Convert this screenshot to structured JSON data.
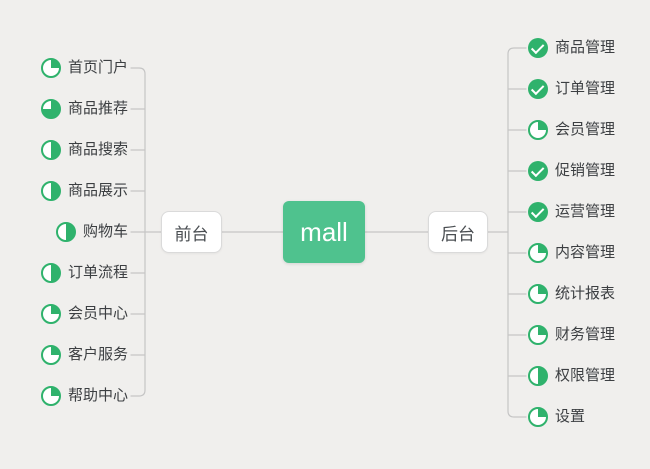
{
  "diagram": {
    "center": {
      "label": "mall"
    },
    "front": {
      "label": "前台",
      "items": [
        {
          "label": "首页门户",
          "icon": "progress-25"
        },
        {
          "label": "商品推荐",
          "icon": "progress-75"
        },
        {
          "label": "商品搜索",
          "icon": "progress-50"
        },
        {
          "label": "商品展示",
          "icon": "progress-50"
        },
        {
          "label": "购物车",
          "icon": "progress-50"
        },
        {
          "label": "订单流程",
          "icon": "progress-50"
        },
        {
          "label": "会员中心",
          "icon": "progress-25"
        },
        {
          "label": "客户服务",
          "icon": "progress-25"
        },
        {
          "label": "帮助中心",
          "icon": "progress-25"
        }
      ]
    },
    "back": {
      "label": "后台",
      "items": [
        {
          "label": "商品管理",
          "icon": "check"
        },
        {
          "label": "订单管理",
          "icon": "check"
        },
        {
          "label": "会员管理",
          "icon": "progress-25"
        },
        {
          "label": "促销管理",
          "icon": "check"
        },
        {
          "label": "运营管理",
          "icon": "check"
        },
        {
          "label": "内容管理",
          "icon": "progress-25"
        },
        {
          "label": "统计报表",
          "icon": "progress-25"
        },
        {
          "label": "财务管理",
          "icon": "progress-25"
        },
        {
          "label": "权限管理",
          "icon": "progress-50"
        },
        {
          "label": "设置",
          "icon": "progress-25"
        }
      ]
    },
    "colors": {
      "background": "#f0efed",
      "line": "#c5c5c5",
      "node_green": "#4fc28e",
      "icon_green": "#2fb26c"
    }
  }
}
